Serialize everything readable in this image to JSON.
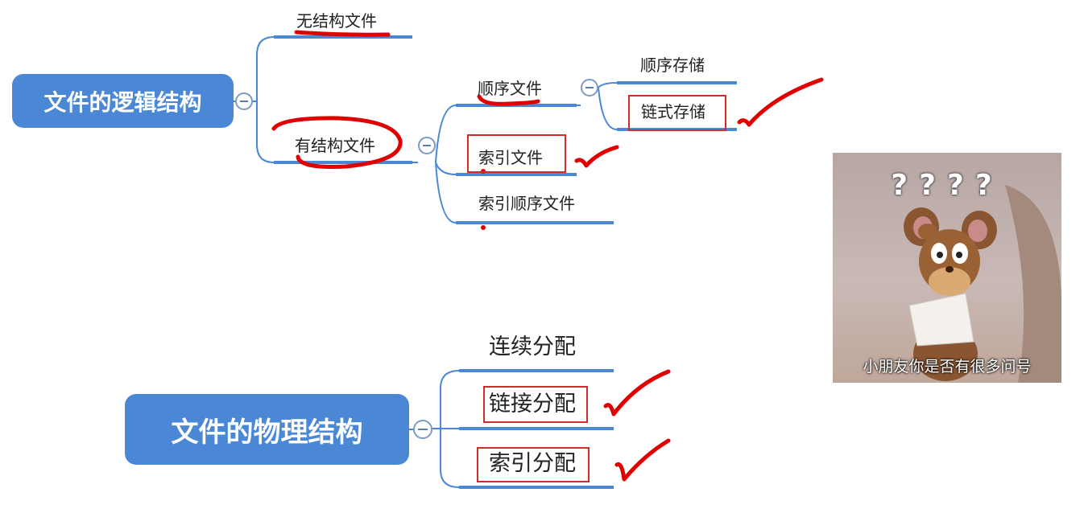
{
  "logical": {
    "root": "文件的逻辑结构",
    "unstructured": "无结构文件",
    "structured": "有结构文件",
    "sequential": "顺序文件",
    "indexed": "索引文件",
    "indexed_sequential": "索引顺序文件",
    "seq_storage": "顺序存储",
    "linked_storage": "链式存储"
  },
  "physical": {
    "root": "文件的物理结构",
    "contiguous": "连续分配",
    "linked": "链接分配",
    "indexed": "索引分配"
  },
  "meme": {
    "question_marks": "????",
    "caption": "小朋友你是否有很多问号"
  },
  "colors": {
    "root_fill": "#4a88d6",
    "branch_line": "#4a88d6",
    "annotation_red": "#e00000",
    "box_red": "#d42a2a"
  }
}
